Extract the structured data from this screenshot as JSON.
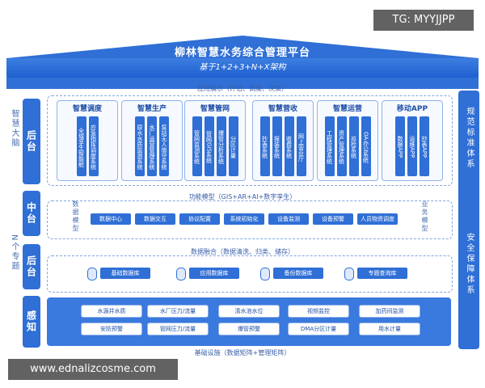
{
  "watermark_top": "TG: MYYJJPP",
  "watermark_bottom": "www.ednalizcosme.com",
  "header": {
    "title": "柳林智慧水务综合管理平台",
    "subtitle": "基于1+2+3+N+X架构"
  },
  "app_display": "应用展示（评估、调度、决策）",
  "left_groups": {
    "brain": "智慧大脑",
    "specials": "N个专题"
  },
  "layers": {
    "top": "后台",
    "middle": "中台",
    "backend": "后台",
    "perception": "感知"
  },
  "modules": [
    {
      "title": "智慧调度",
      "items": [
        "全域孪生智能舱",
        "应急指挥调度系统"
      ]
    },
    {
      "title": "智慧生产",
      "items": [
        "原水水质监测系统",
        "水厂运营管理系统",
        "泵站无人值守系统"
      ]
    },
    {
      "title": "智慧管网",
      "items": [
        "管网监测系统",
        "管网GIS系统",
        "爆管分析系统",
        "分区计量"
      ]
    },
    {
      "title": "智慧营收",
      "items": [
        "抄表系统",
        "报装系统",
        "收费系统",
        "网上营业厅"
      ]
    },
    {
      "title": "智慧运营",
      "items": [
        "工程管理系统",
        "资产管理系统",
        "巡检系统",
        "OA办公系统"
      ]
    },
    {
      "title": "移动APP",
      "items": [
        "数据APP",
        "运维APP",
        "抄表APP"
      ]
    }
  ],
  "function_model": "功能模型（GIS+AR+AI+数字孪生）",
  "data_model": "数据模型",
  "business_model": "业务模型",
  "middle_items": [
    "数据中心",
    "数据交互",
    "协议配置",
    "系统初始化",
    "设备监测",
    "设备预警",
    "人员物资调度"
  ],
  "data_fusion": "数据融合（数据清洗、归类、储存）",
  "databases": [
    "基础数据库",
    "应用数据库",
    "备份数据库",
    "专题查询库"
  ],
  "sensors": [
    "水源井水质",
    "水厂压力/流量",
    "清水池水位",
    "视频监控",
    "加药间监测",
    "安防预警",
    "管网压力/流量",
    "爆管预警",
    "DMA分区计量",
    "用水计量"
  ],
  "infra": "基础设施（数据矩阵+管理矩阵）",
  "right_pillar": {
    "top": "规范标准体系",
    "bottom": "安全保障体系"
  }
}
